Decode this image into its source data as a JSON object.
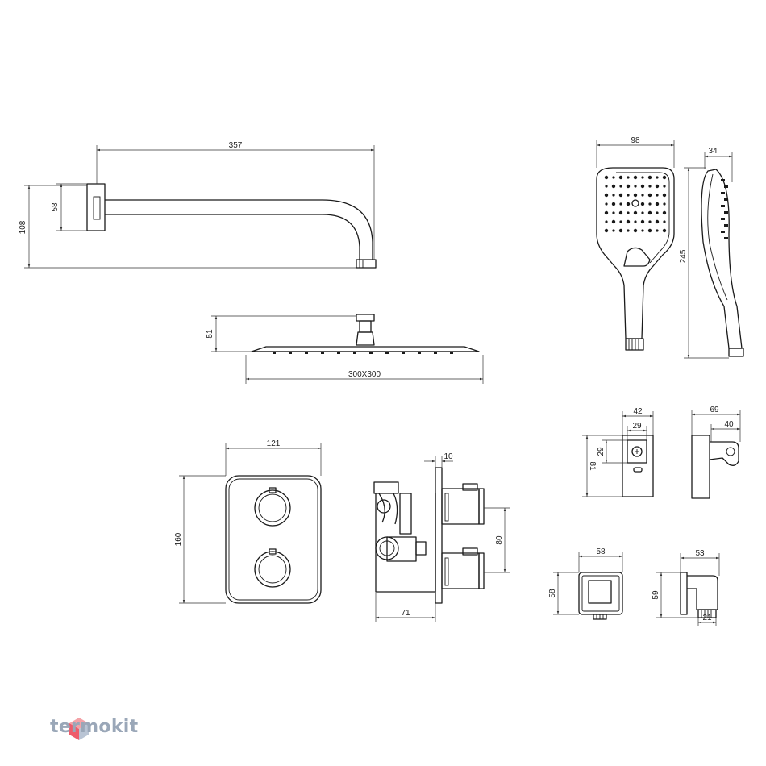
{
  "dimensions": {
    "arm_length": "357",
    "arm_height": "108",
    "arm_flange": "58",
    "head_height": "51",
    "head_size": "300X300",
    "hand_width": "98",
    "hand_depth": "34",
    "hand_length": "245",
    "holder_width": "42",
    "holder_inner": "29",
    "holder_square": "29",
    "holder_height": "81",
    "holder_depth": "69",
    "holder_depth_inner": "40",
    "plate_width": "121",
    "plate_height": "160",
    "valve_flange": "10",
    "valve_depth": "71",
    "valve_spacing": "80",
    "outlet_width": "58",
    "outlet_height": "58",
    "elbow_depth": "53",
    "elbow_height": "59",
    "elbow_thread": "21"
  },
  "brand": {
    "name": "termokit",
    "logo_icon": "hexagon-cube-icon"
  }
}
